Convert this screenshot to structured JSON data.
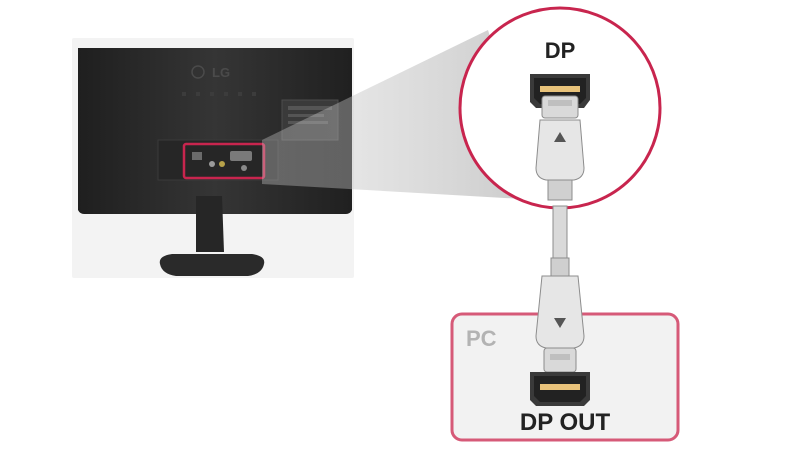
{
  "diagram": {
    "port_label": "DP",
    "device_label": "PC",
    "output_label": "DP OUT",
    "brand_logo_text": "LG",
    "icons": [
      "monitor-rear-view",
      "displayport-connector",
      "displayport-cable"
    ],
    "colors": {
      "accent": "#c8254e",
      "device_box_border": "#d65a78",
      "device_box_fill": "#f2f2f2",
      "monitor_body": "#2b2b2b",
      "connector_gray": "#8c8c8c"
    }
  }
}
